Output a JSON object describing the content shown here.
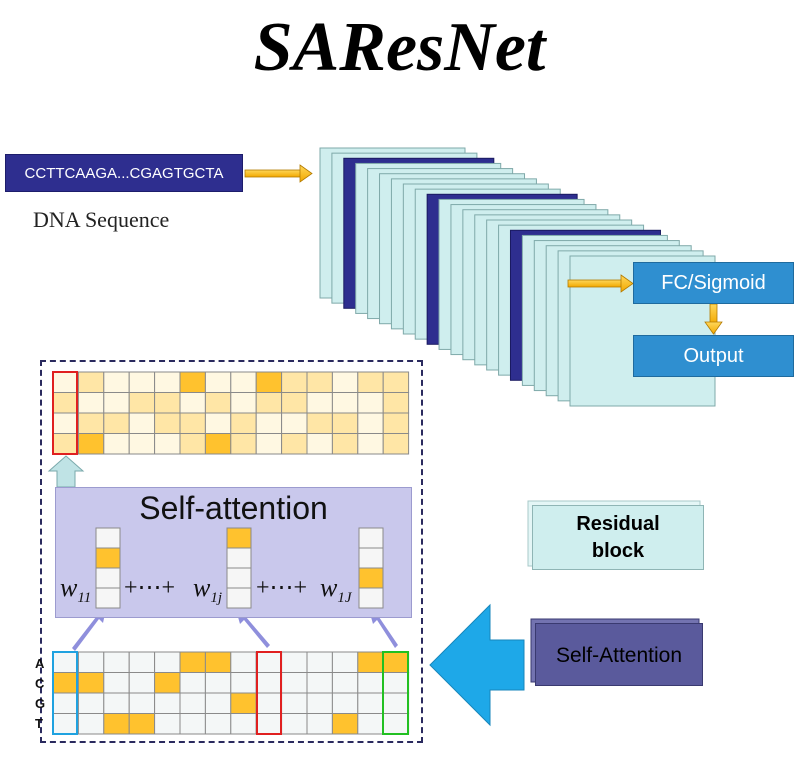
{
  "title": "SAResNet",
  "input": {
    "sequence": "CCTTCAAGA...CGAGTGCTA",
    "label": "DNA Sequence"
  },
  "fc_label": "FC/Sigmoid",
  "output_label": "Output",
  "self_attention": {
    "title": "Self-attention",
    "weights": [
      {
        "var": "w",
        "sub": "11"
      },
      {
        "var": "w",
        "sub": "1j"
      },
      {
        "var": "w",
        "sub": "1J"
      }
    ],
    "plus_dots": "+⋯+"
  },
  "nucleotides": [
    "A",
    "C",
    "G",
    "T"
  ],
  "legend": {
    "residual_line1": "Residual",
    "residual_line2": "block",
    "self_attention": "Self-Attention"
  },
  "colors": {
    "dark_blue": "#2e2e8f",
    "residual": "#cfeeee",
    "self_attention_box": "#c9c8ec",
    "attention_legend": "#5a5a9c",
    "accent_orange": "#ffc22e",
    "fc_blue": "#2f8fd0",
    "arrow_blue": "#1ea8e8"
  },
  "input_matrix": [
    [
      0,
      0,
      0,
      0,
      0,
      1,
      1,
      0,
      0,
      0,
      0,
      0,
      1,
      1
    ],
    [
      1,
      1,
      0,
      0,
      1,
      0,
      0,
      0,
      0,
      0,
      0,
      0,
      0,
      0
    ],
    [
      0,
      0,
      0,
      0,
      0,
      0,
      0,
      1,
      0,
      0,
      0,
      0,
      0,
      0
    ],
    [
      0,
      0,
      1,
      1,
      0,
      0,
      0,
      0,
      0,
      0,
      0,
      1,
      0,
      0
    ]
  ],
  "output_matrix": [
    [
      1,
      2,
      1,
      1,
      1,
      3,
      1,
      1,
      3,
      2,
      2,
      1,
      2,
      2
    ],
    [
      2,
      1,
      1,
      2,
      2,
      1,
      2,
      1,
      2,
      2,
      1,
      1,
      1,
      2
    ],
    [
      1,
      2,
      2,
      1,
      2,
      2,
      1,
      2,
      1,
      1,
      2,
      2,
      1,
      2
    ],
    [
      2,
      3,
      1,
      1,
      1,
      2,
      3,
      2,
      1,
      2,
      1,
      2,
      1,
      2
    ]
  ],
  "column_vectors": [
    [
      0,
      1,
      0,
      0
    ],
    [
      1,
      0,
      0,
      0
    ],
    [
      0,
      0,
      1,
      0
    ]
  ]
}
